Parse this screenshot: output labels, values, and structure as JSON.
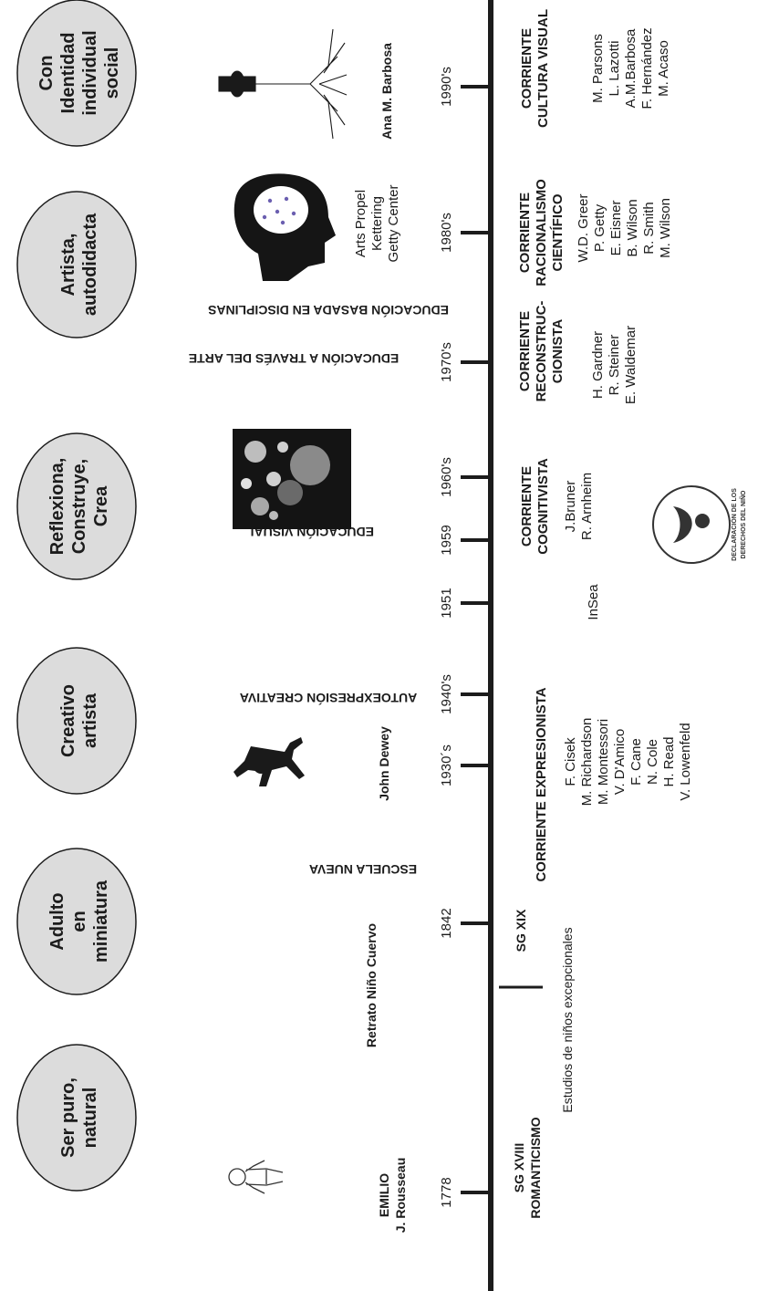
{
  "concepts": [
    {
      "label": "Ser puro, natural"
    },
    {
      "label": "Adulto en miniatura"
    },
    {
      "label": "Creativo artista"
    },
    {
      "label": "Reflexiona, Construye, Crea"
    },
    {
      "label": "Artista, autodidacta"
    },
    {
      "label": "Con Identidad individual social"
    }
  ],
  "dates": [
    {
      "label": "1778"
    },
    {
      "label": "1842"
    },
    {
      "label": "1930´s"
    },
    {
      "label": "1940's"
    },
    {
      "label": "1951"
    },
    {
      "label": "1959"
    },
    {
      "label": "1960's"
    },
    {
      "label": "1970's"
    },
    {
      "label": "1980's"
    },
    {
      "label": "1990's"
    }
  ],
  "figures": [
    {
      "label": "EMILIO\nJ. Rousseau"
    },
    {
      "label": "Retrato Niño Cuervo"
    },
    {
      "label": "John Dewey"
    },
    {
      "label": "Arts Propel\nKettering\nGetty Center"
    },
    {
      "label": "Ana M. Barbosa"
    }
  ],
  "movements": [
    {
      "label": "ESCUELA NUEVA"
    },
    {
      "label": "AUTOEXPRESIÓN CREATIVA"
    },
    {
      "label": "EDUCACIÓN VISUAL"
    },
    {
      "label": "EDUCACIÓN A TRAVÉS DEL ARTE"
    },
    {
      "label": "EDUCACIÓN BASADA EN DISCIPLINAS"
    }
  ],
  "eras": [
    {
      "label": "SG XVIII\nROMANTICISMO"
    },
    {
      "label": "SG XIX"
    }
  ],
  "studies_note": "Estudios de niños excepcionales",
  "insea": "InSea",
  "currents": [
    {
      "title": "CORRIENTE EXPRESIONISTA",
      "names": [
        "F. Cisek",
        "M. Richardson",
        "M. Montessori",
        "V. D'Amico",
        "F. Cane",
        "N. Cole",
        "H. Read",
        "V. Lowenfeld"
      ]
    },
    {
      "title": "CORRIENTE\nCOGNITIVISTA",
      "names": [
        "J.Bruner",
        "R. Arnheim"
      ]
    },
    {
      "title": "CORRIENTE\nRECONSTRUC-\nCIONISTA",
      "names": [
        "H. Gardner",
        "R. Steiner",
        "E. Waldemar"
      ]
    },
    {
      "title": "CORRIENTE\nRACIONALISMO\nCIENTÍFICO",
      "names": [
        "W.D. Greer",
        "P. Getty",
        "E. Eisner",
        "B. Wilson",
        "R. Smith",
        "M. Wilson"
      ]
    },
    {
      "title": "CORRIENTE\nCULTURA VISUAL",
      "names": [
        "M. Parsons",
        "L. Lazotti",
        "A.M.Barbosa",
        "F. Hernández",
        "M. Acaso"
      ]
    }
  ],
  "declaration_logo_text": "DECLARACIÓN DE LOS\nDERECHOS DEL NIÑO",
  "images": {
    "child_outline": "child-outline-icon",
    "dancer": "dancing-figure-icon",
    "bubbles_head": "head-bubbles-image",
    "head_silhouette": "head-silhouette-icon",
    "tree_figure": "tree-figure-icon",
    "declaration_logo": "declaration-logo-icon"
  },
  "colors": {
    "line": "#1c1c1c",
    "ellipse_fill": "#dcdcdc",
    "text": "#1c1c1c"
  }
}
